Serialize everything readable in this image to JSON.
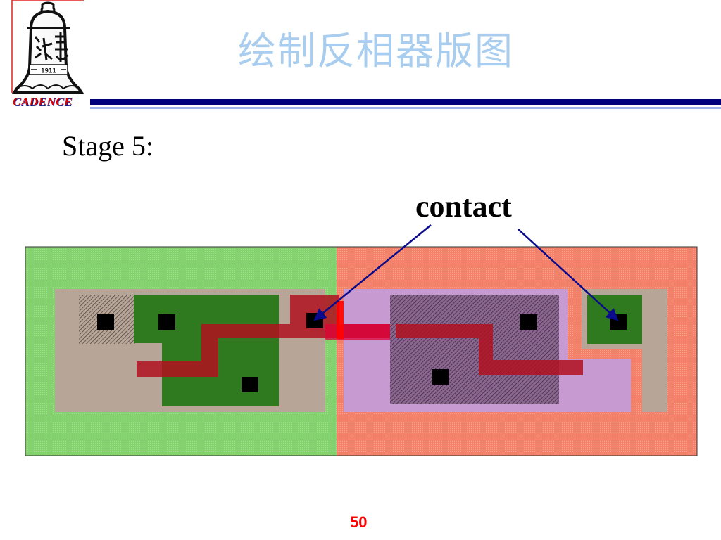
{
  "header": {
    "title": "绘制反相器版图",
    "logo_caption": "CADENCE",
    "logo_year": "1911"
  },
  "slide": {
    "stage_label": "Stage 5:",
    "callout_label": "contact",
    "page_number": "50"
  },
  "colors": {
    "title": "#a9cdee",
    "nwell_region": "#f4826a",
    "pwell_region": "#84d26e",
    "active_area": "#b7a598",
    "ndiff": "#2f7a1e",
    "pdiff": "#c79bd2",
    "poly": "#b01020",
    "contact": "#000000",
    "arrow": "#0a0a8c",
    "header_rule": "#00007a",
    "page_number": "#ff0000"
  }
}
